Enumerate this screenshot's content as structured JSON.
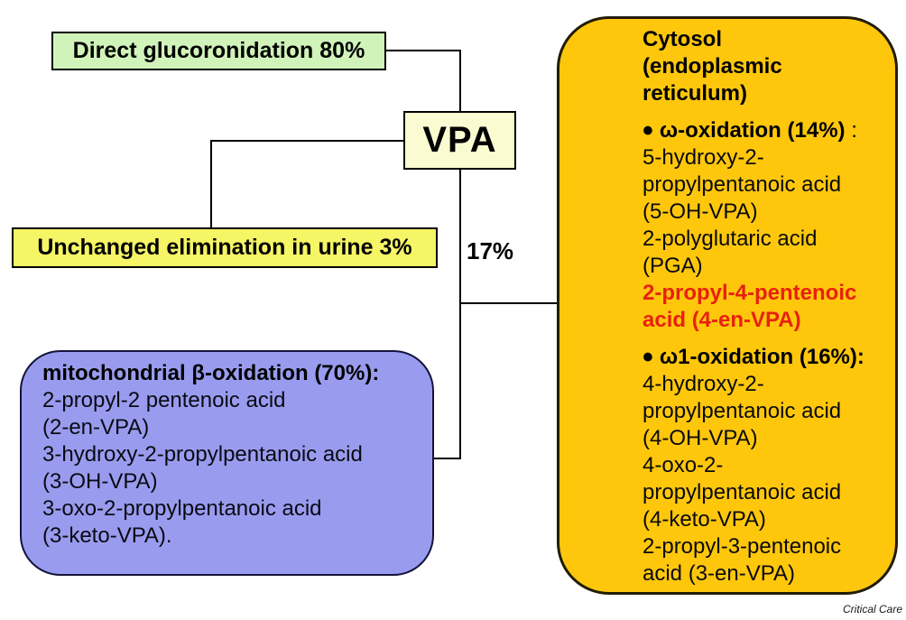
{
  "diagram": {
    "green_box": {
      "label": "Direct glucoronidation 80%"
    },
    "vpa_box": {
      "label": "VPA"
    },
    "urine_box": {
      "label": "Unchanged elimination in urine 3%"
    },
    "percent_label": "17%",
    "blue_box": {
      "title": "mitochondrial β-oxidation (70%):",
      "lines": [
        "2-propyl-2 pentenoic acid",
        "(2-en-VPA)",
        "3-hydroxy-2-propylpentanoic acid",
        "(3-OH-VPA)",
        "3-oxo-2-propylpentanoic acid",
        "(3-keto-VPA)."
      ]
    },
    "orange_box": {
      "title_lines": [
        "Cytosol",
        "(endoplasmic",
        "reticulum)"
      ],
      "omega_section": {
        "bullet": "•",
        "heading": "ω-oxidation (14%)",
        "heading_suffix": " :",
        "lines": [
          "5-hydroxy-2-",
          "propylpentanoic acid",
          "(5-OH-VPA)",
          "2-polyglutaric acid",
          "(PGA)"
        ],
        "highlight_lines": [
          "2-propyl-4-pentenoic",
          "acid (4-en-VPA)"
        ]
      },
      "omega1_section": {
        "bullet": "•",
        "heading": "ω1-oxidation (16%):",
        "heading_suffix": "",
        "lines": [
          "4-hydroxy-2-",
          "propylpentanoic acid",
          "(4-OH-VPA)",
          "4-oxo-2-",
          "propylpentanoic acid",
          "(4-keto-VPA)",
          "2-propyl-3-pentenoic",
          "acid (3-en-VPA)"
        ]
      }
    },
    "credit": "Critical Care",
    "colors": {
      "green_fill": "#d0f3ba",
      "vpa_fill": "#fbfbd2",
      "urine_fill": "#f5f566",
      "blue_fill": "#999cee",
      "orange_fill": "#fec70c",
      "highlight_red": "#e8210d",
      "connector_line": "#000000"
    }
  }
}
